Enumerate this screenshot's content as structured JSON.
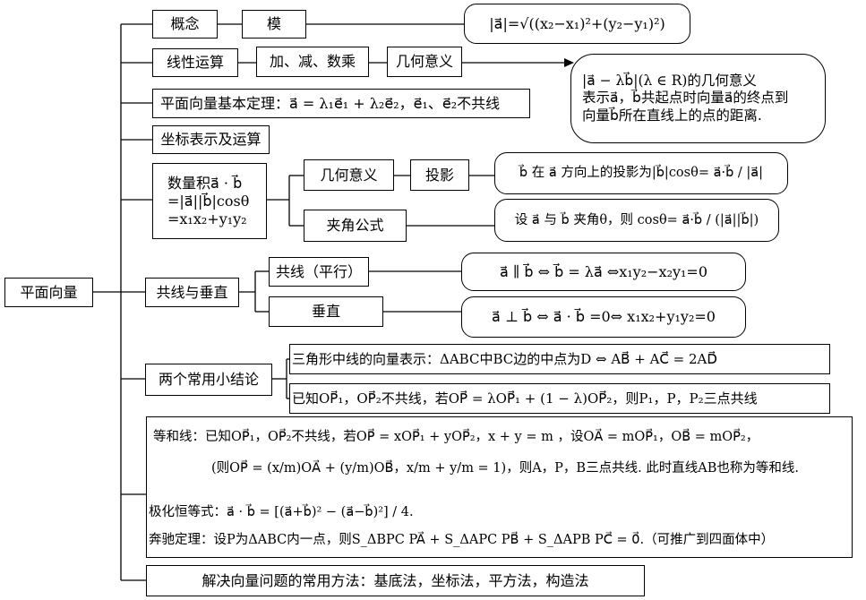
{
  "root": "平面向量",
  "b1": {
    "concept": "概念",
    "modulus": "模",
    "modulus_formula": "|a⃗|=√((x₂−x₁)²+(y₂−y₁)²)"
  },
  "b2": {
    "linear_ops": "线性运算",
    "ops": "加、减、数乘",
    "geo": "几何意义",
    "note_lines": [
      "|a⃗ − λb⃗|(λ ∈ R)的几何意义",
      "表示a⃗，b⃗共起点时向量a⃗的终点到",
      "向量b⃗所在直线上的点的距离."
    ]
  },
  "b3": {
    "theorem": "平面向量基本定理：a⃗ = λ₁e⃗₁ + λ₂e⃗₂，e⃗₁、e⃗₂不共线"
  },
  "b4": {
    "coord": "坐标表示及运算"
  },
  "b5": {
    "dot_lines": [
      "数量积a⃗ · b⃗",
      "=|a⃗||b⃗|cosθ",
      "=x₁x₂+y₁y₂"
    ],
    "geo": "几何意义",
    "proj": "投影",
    "proj_formula": "b⃗ 在 a⃗ 方向上的投影为|b⃗|cosθ= a⃗·b⃗ / |a⃗|",
    "angle": "夹角公式",
    "angle_formula": "设 a⃗ 与 b⃗ 夹角θ，则 cosθ= a⃗·b⃗ / (|a⃗||b⃗|)"
  },
  "b6": {
    "main": "共线与垂直",
    "parallel": "共线（平行）",
    "parallel_formula": "a⃗ ∥ b⃗ ⇔ b⃗ = λa⃗ ⇔x₁y₂−x₂y₁=0",
    "perp": "垂直",
    "perp_formula": "a⃗ ⊥ b⃗ ⇔ a⃗ · b⃗ =0⇔ x₁x₂+y₁y₂=0"
  },
  "b7": {
    "main": "两个常用小结论",
    "c1": "三角形中线的向量表示：ΔABC中BC边的中点为D ⇔ AB⃗ + AC⃗ = 2AD⃗",
    "c2": "已知OP⃗₁，OP⃗₂不共线，若OP⃗ = λOP⃗₁ + (1 − λ)OP⃗₂，则P₁，P，P₂三点共线"
  },
  "b8": {
    "line1": "等和线：已知OP⃗₁，OP⃗₂不共线，若OP⃗ = xOP⃗₁ + yOP⃗₂，x + y = m ，设OA⃗ = mOP⃗₁，OB⃗ = mOP⃗₂，",
    "line2": "(则OP⃗ = (x/m)OA⃗ + (y/m)OB⃗，x/m + y/m = 1)，则A，P，B三点共线. 此时直线AB也称为等和线.",
    "line3": "极化恒等式：a⃗ · b⃗ = [(a⃗+b⃗)² − (a⃗−b⃗)²] / 4.",
    "line4": "奔驰定理：设P为ΔABC内一点，则S_ΔBPC PA⃗ + S_ΔAPC PB⃗ + S_ΔAPB PC⃗ = 0⃗.（可推广到四面体中）"
  },
  "b9": {
    "methods": "解决向量问题的常用方法：基底法，坐标法，平方法，构造法"
  }
}
